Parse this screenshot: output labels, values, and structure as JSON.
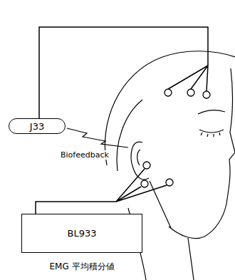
{
  "diagram": {
    "caption": "EMG 平均積分値",
    "nodes": [
      {
        "text": [
          "J33"
        ]
      },
      {
        "text": [
          "BL933"
        ]
      }
    ],
    "labels": [
      "Biofeedback"
    ]
  }
}
